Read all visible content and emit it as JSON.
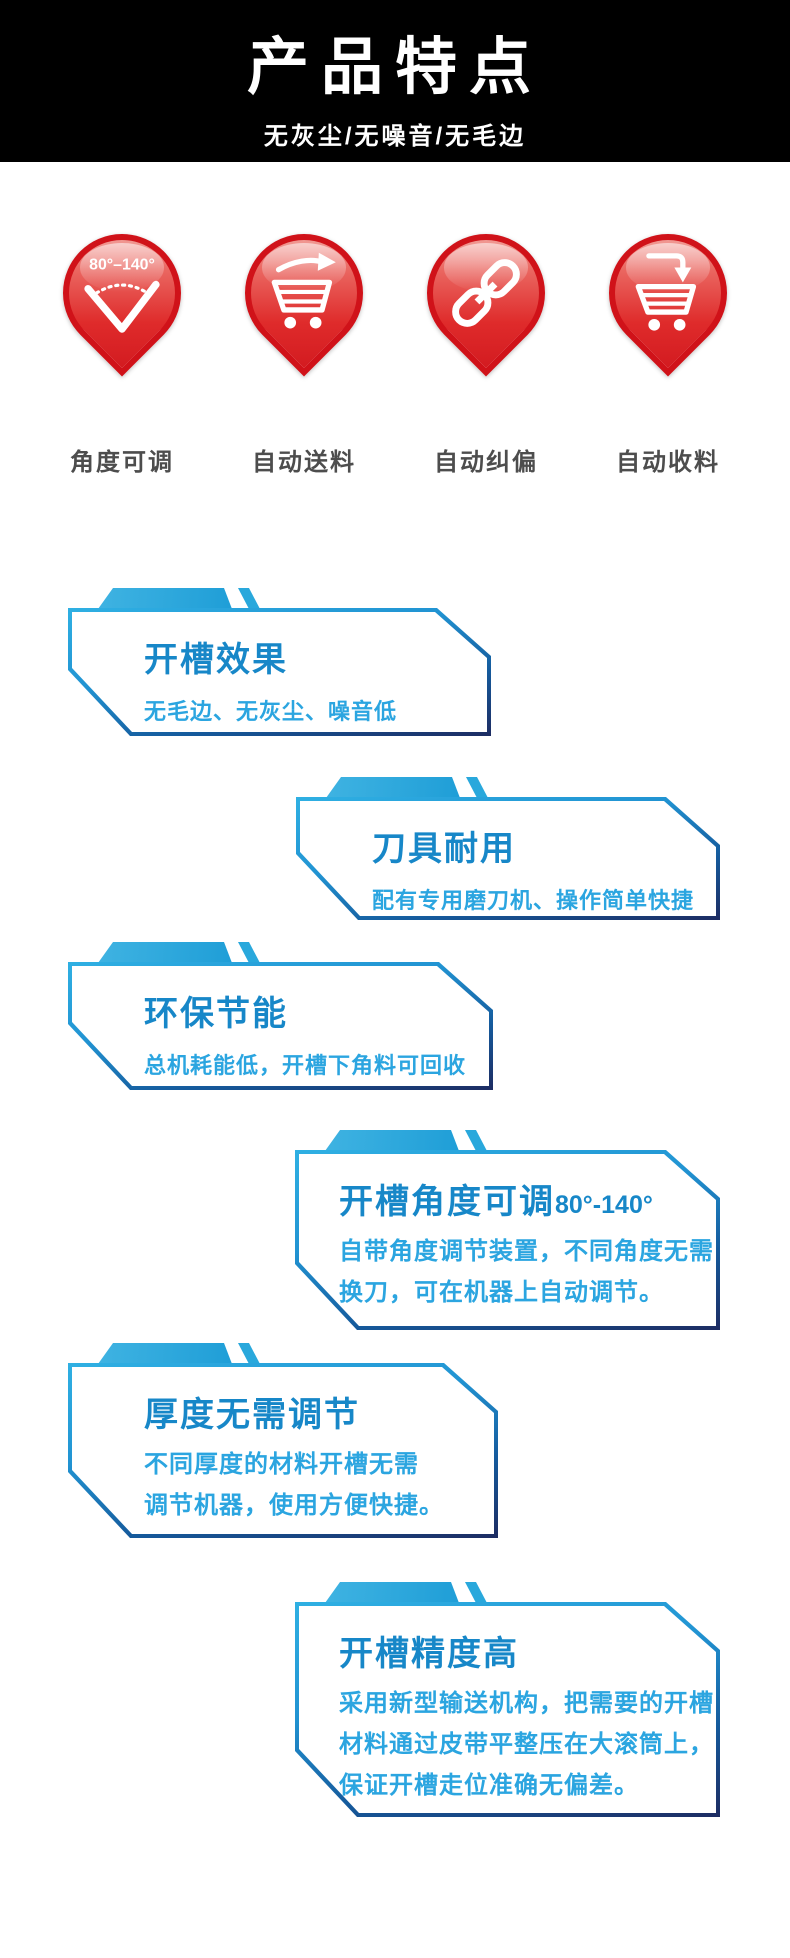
{
  "header": {
    "title": "产品特点",
    "subtitle": "无灰尘/无噪音/无毛边"
  },
  "features": [
    {
      "label": "角度可调",
      "icon": "angle-range-icon",
      "icon_text": "80°–140°"
    },
    {
      "label": "自动送料",
      "icon": "cart-feed-icon"
    },
    {
      "label": "自动纠偏",
      "icon": "chain-link-icon"
    },
    {
      "label": "自动收料",
      "icon": "cart-collect-icon"
    }
  ],
  "cards": [
    {
      "title": "开槽效果",
      "lines": [
        "无毛边、无灰尘、噪音低"
      ]
    },
    {
      "title": "刀具耐用",
      "lines": [
        "配有专用磨刀机、操作简单快捷"
      ]
    },
    {
      "title": "环保节能",
      "lines": [
        "总机耗能低，开槽下角料可回收"
      ]
    },
    {
      "title": "开槽角度可调",
      "title_suffix": "80°-140°",
      "lines": [
        "自带角度调节装置，不同角度无需",
        "换刀，可在机器上自动调节。"
      ]
    },
    {
      "title": "厚度无需调节",
      "lines": [
        "不同厚度的材料开槽无需",
        "调节机器，使用方便快捷。"
      ]
    },
    {
      "title": "开槽精度高",
      "lines": [
        "采用新型输送机构，把需要的开槽",
        "材料通过皮带平整压在大滚筒上，",
        "保证开槽走位准确无偏差。"
      ]
    }
  ],
  "colors": {
    "header_bg": "#000000",
    "accent_cyan": "#29a8dc",
    "navy": "#1c2d63",
    "title_blue": "#1787c8",
    "body_blue": "#2ba5e0",
    "pin_red": "#d01219",
    "label_gray": "#4d4d4d"
  }
}
